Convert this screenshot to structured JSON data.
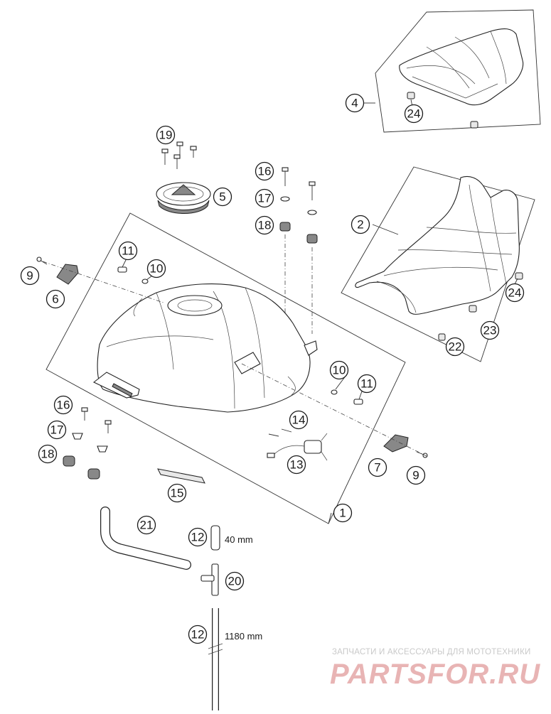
{
  "callouts": {
    "c1": "1",
    "c2": "2",
    "c4": "4",
    "c5": "5",
    "c6": "6",
    "c7": "7",
    "c9a": "9",
    "c9b": "9",
    "c10a": "10",
    "c10b": "10",
    "c11a": "11",
    "c11b": "11",
    "c12a": "12",
    "c12b": "12",
    "c13": "13",
    "c14": "14",
    "c15": "15",
    "c16a": "16",
    "c16b": "16",
    "c17a": "17",
    "c17b": "17",
    "c18a": "18",
    "c18b": "18",
    "c19": "19",
    "c20": "20",
    "c21": "21",
    "c22": "22",
    "c23": "23",
    "c24a": "24",
    "c24b": "24"
  },
  "dimensions": {
    "hose_short": "40 mm",
    "hose_long": "1180 mm"
  },
  "watermark": {
    "tagline": "ЗАПЧАСТИ И АКСЕССУАРЫ ДЛЯ МОТОТЕХНИКИ",
    "logo": "PARTSFOR.RU"
  },
  "colors": {
    "line": "#1a1a1a",
    "watermark_logo": "#e8b4b4",
    "watermark_text": "#c9c9c9"
  }
}
